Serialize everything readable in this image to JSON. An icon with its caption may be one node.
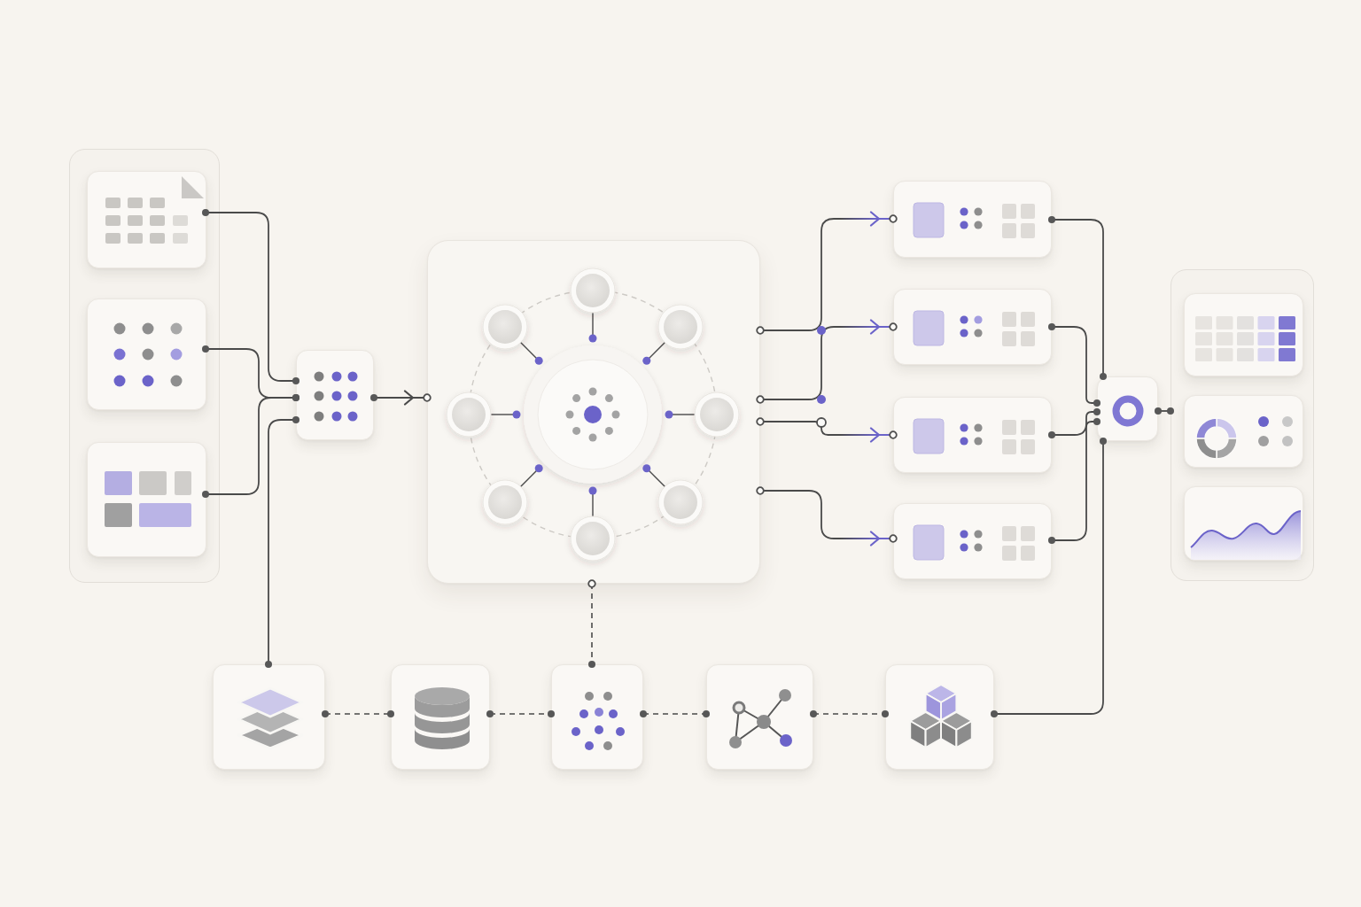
{
  "diagram": {
    "nodes": [
      {
        "text": [],
        "shape": "box"
      },
      {
        "text": [],
        "shape": "box",
        "in": 0
      },
      {
        "text": [],
        "shape": "box",
        "in": 0
      },
      {
        "text": [],
        "shape": "box",
        "in": 0
      },
      {
        "text": [],
        "shape": "box"
      },
      {
        "text": [],
        "shape": "box"
      },
      {
        "text": [],
        "shape": "box"
      },
      {
        "text": [],
        "shape": "box"
      },
      {
        "text": [],
        "shape": "box"
      },
      {
        "text": [],
        "shape": "box"
      },
      {
        "text": [],
        "shape": "box"
      },
      {
        "text": [],
        "shape": "box"
      },
      {
        "text": [],
        "shape": "box",
        "in": 11
      },
      {
        "text": [],
        "shape": "box",
        "in": 11
      },
      {
        "text": [],
        "shape": "box",
        "in": 11
      },
      {
        "text": [],
        "shape": "box"
      },
      {
        "text": [],
        "shape": "box"
      },
      {
        "text": [],
        "shape": "box"
      },
      {
        "text": [],
        "shape": "box"
      },
      {
        "text": [],
        "shape": "box"
      }
    ],
    "edges": [
      {
        "from": 1,
        "to": 4,
        "arrow": "other"
      },
      {
        "from": 2,
        "to": 4,
        "arrow": "other"
      },
      {
        "from": 3,
        "to": 4,
        "arrow": "other"
      },
      {
        "from": 15,
        "to": 4,
        "arrow": "other"
      },
      {
        "from": 4,
        "to": 5,
        "arrow": "to"
      },
      {
        "from": 5,
        "to": 6,
        "arrow": "to",
        "color": "#6b63c9"
      },
      {
        "from": 5,
        "to": 7,
        "arrow": "to",
        "color": "#6b63c9"
      },
      {
        "from": 5,
        "to": 8,
        "arrow": "to",
        "color": "#6b63c9"
      },
      {
        "from": 5,
        "to": 9,
        "arrow": "to",
        "color": "#6b63c9"
      },
      {
        "from": 6,
        "to": 10,
        "arrow": "other"
      },
      {
        "from": 7,
        "to": 10,
        "arrow": "other"
      },
      {
        "from": 8,
        "to": 10,
        "arrow": "other"
      },
      {
        "from": 9,
        "to": 10,
        "arrow": "other"
      },
      {
        "from": 19,
        "to": 10,
        "arrow": "other"
      },
      {
        "from": 10,
        "to": 11,
        "arrow": "other"
      },
      {
        "from": 5,
        "to": 17,
        "arrow": "other",
        "style": "dashed"
      },
      {
        "from": 15,
        "to": 16,
        "arrow": "other",
        "style": "dashed"
      },
      {
        "from": 16,
        "to": 17,
        "arrow": "other",
        "style": "dashed"
      },
      {
        "from": 17,
        "to": 18,
        "arrow": "other",
        "style": "dashed"
      },
      {
        "from": 18,
        "to": 19,
        "arrow": "other",
        "style": "dashed"
      }
    ]
  }
}
